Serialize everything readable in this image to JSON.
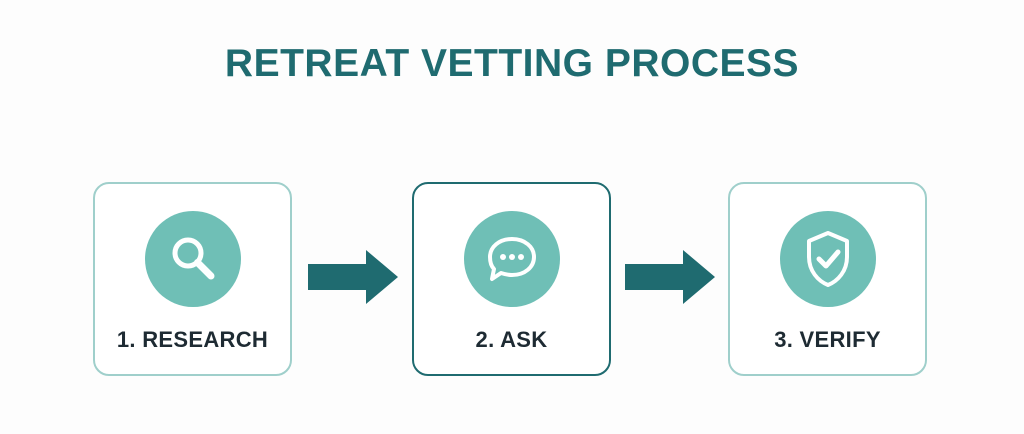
{
  "title": "RETREAT VETTING PROCESS",
  "colors": {
    "title": "#1f6b70",
    "icon_bg": "#6fbfb6",
    "card_border": "#9fcfcb",
    "active_border": "#1f6b70",
    "arrow": "#1f6b70",
    "label": "#1e2b33"
  },
  "steps": [
    {
      "label": "1. RESEARCH",
      "icon": "magnifying-glass-icon"
    },
    {
      "label": "2. ASK",
      "icon": "speech-bubble-icon"
    },
    {
      "label": "3. VERIFY",
      "icon": "shield-check-icon"
    }
  ]
}
